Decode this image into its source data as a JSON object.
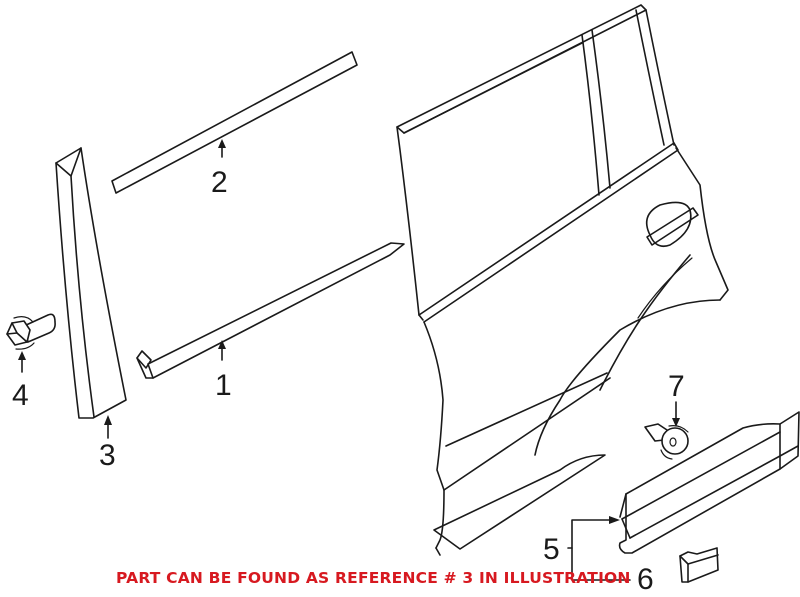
{
  "diagram": {
    "type": "exploded parts illustration",
    "subject": "rear door exterior moldings",
    "callouts": [
      {
        "id": "1",
        "label": "1",
        "part": "lower window belt molding strip"
      },
      {
        "id": "2",
        "label": "2",
        "part": "upper roof/frame molding strip"
      },
      {
        "id": "3",
        "label": "3",
        "part": "door pillar applique (B-pillar trim)"
      },
      {
        "id": "4",
        "label": "4",
        "part": "bolt"
      },
      {
        "id": "5",
        "label": "5",
        "part": "lower door body side molding"
      },
      {
        "id": "6",
        "label": "6",
        "part": "molding end cap"
      },
      {
        "id": "7",
        "label": "7",
        "part": "retainer clip"
      }
    ],
    "caption": "PART CAN BE FOUND AS REFERENCE # 3 IN ILLUSTRATION",
    "colors": {
      "line": "#1a1a1a",
      "caption": "#d71920",
      "background": "#ffffff"
    }
  }
}
